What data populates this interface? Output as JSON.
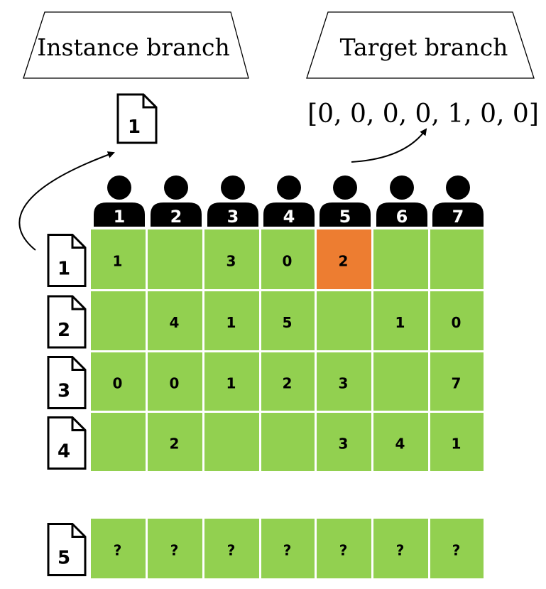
{
  "branches": {
    "instance_label": "Instance branch",
    "target_label": "Target branch"
  },
  "instance_doc_label": "1",
  "target_vector_text": "[0, 0, 0, 0, 1, 0, 0]",
  "users": [
    "1",
    "2",
    "3",
    "4",
    "5",
    "6",
    "7"
  ],
  "documents": [
    {
      "label": "1",
      "cells": [
        "1",
        "",
        "3",
        "0",
        "2",
        "",
        ""
      ]
    },
    {
      "label": "2",
      "cells": [
        "",
        "4",
        "1",
        "5",
        "",
        "1",
        "0"
      ]
    },
    {
      "label": "3",
      "cells": [
        "0",
        "0",
        "1",
        "2",
        "3",
        "",
        "7"
      ]
    },
    {
      "label": "4",
      "cells": [
        "",
        "2",
        "",
        "",
        "3",
        "4",
        "1"
      ]
    }
  ],
  "query_document": {
    "label": "5",
    "cells": [
      "?",
      "?",
      "?",
      "?",
      "?",
      "?",
      "?"
    ]
  },
  "highlight": {
    "row": 0,
    "col": 4
  },
  "colors": {
    "cell_fill": "#92d050",
    "highlight_fill": "#ed7d31",
    "ink": "#000000"
  }
}
